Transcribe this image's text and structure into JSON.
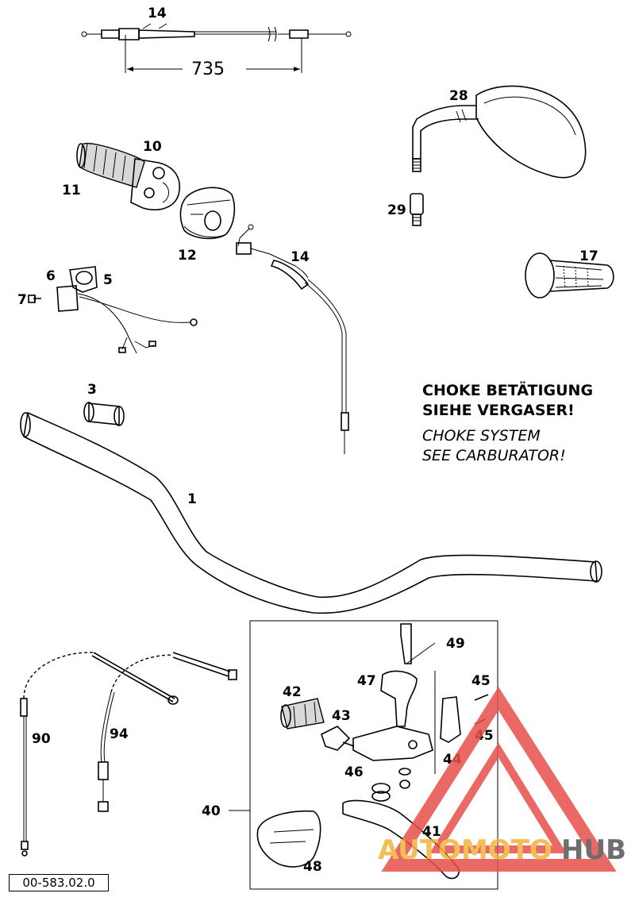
{
  "diagram": {
    "labels": {
      "p14_top": "14",
      "dimension": "735",
      "p28": "28",
      "p10": "10",
      "p11": "11",
      "p29": "29",
      "p12": "12",
      "p14_mid": "14",
      "p17": "17",
      "p6": "6",
      "p5": "5",
      "p7": "7",
      "p3": "3",
      "p1": "1",
      "p90": "90",
      "p94": "94",
      "p40": "40",
      "p49": "49",
      "p47": "47",
      "p45a": "45",
      "p42": "42",
      "p43": "43",
      "p45b": "45",
      "p44": "44",
      "p46": "46",
      "p41": "41",
      "p48": "48"
    },
    "note": {
      "line1": "CHOKE BETÄTIGUNG",
      "line2": "SIEHE VERGASER!",
      "line3": "CHOKE SYSTEM",
      "line4": "SEE CARBURATOR!"
    },
    "drawing_code": "00-583.02.0"
  },
  "watermark": {
    "part1": "AUTOMOTO",
    "part2": "HUB",
    "color_red": "#e8504a",
    "color_yellow": "#f2b33a",
    "color_gray": "#555555"
  }
}
